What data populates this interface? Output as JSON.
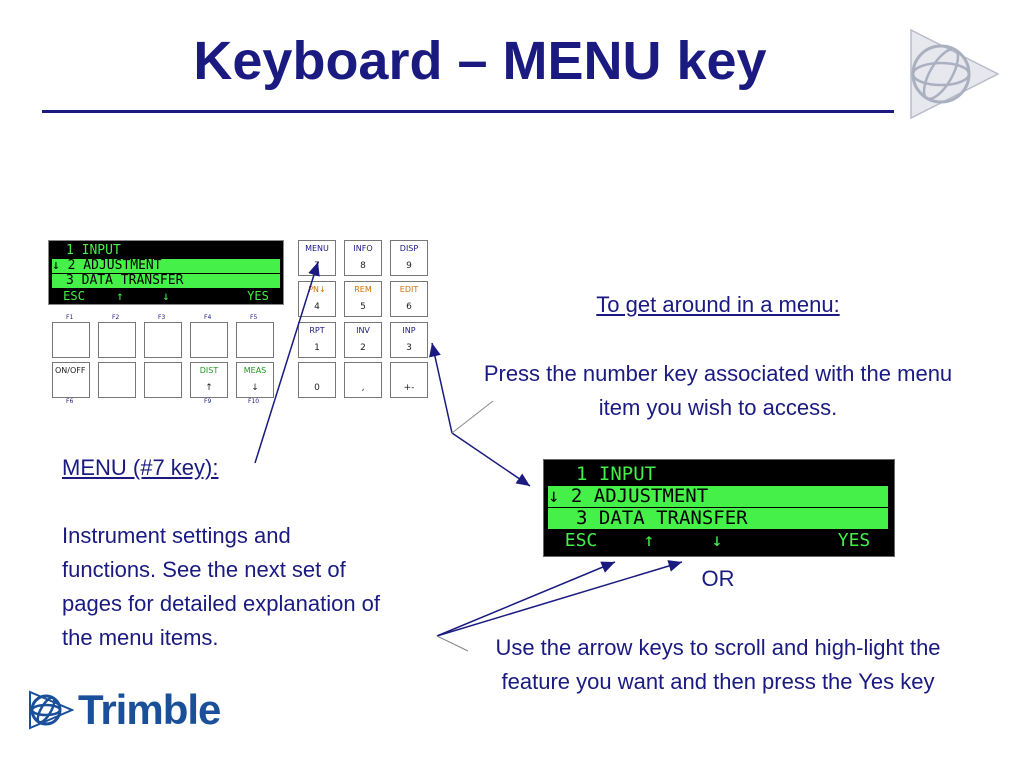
{
  "slide": {
    "title": "Keyboard – MENU key"
  },
  "keypad": {
    "lcd_lines": [
      "1 INPUT",
      "↓ 2 ADJUSTMENT",
      "3 DATA TRANSFER"
    ],
    "softkeys": [
      "ESC",
      "↑",
      "↓",
      "",
      "YES"
    ],
    "fn_top": [
      "F1",
      "F2",
      "F3",
      "F4",
      "F5"
    ],
    "fn_bottom": [
      "F6",
      "F9",
      "F10"
    ],
    "bottom_row": {
      "onoff": "ON/OFF",
      "dist": "DIST",
      "dist_arrow": "↑",
      "meas": "MEAS",
      "meas_arrow": "↓"
    },
    "numkeys": [
      {
        "top": "MENU",
        "bot": "7"
      },
      {
        "top": "INFO",
        "bot": "8"
      },
      {
        "top": "DISP",
        "bot": "9"
      },
      {
        "top": "PN↓",
        "bot": "4"
      },
      {
        "top": "REM",
        "bot": "5"
      },
      {
        "top": "EDIT",
        "bot": "6"
      },
      {
        "top": "RPT",
        "bot": "1"
      },
      {
        "top": "INV",
        "bot": "2"
      },
      {
        "top": "INP",
        "bot": "3"
      },
      {
        "top": "",
        "bot": "0"
      },
      {
        "top": "",
        "bot": ","
      },
      {
        "top": "",
        "bot": "+-"
      }
    ]
  },
  "big_lcd": {
    "lines": [
      "1 INPUT",
      "↓ 2 ADJUSTMENT",
      "3 DATA TRANSFER"
    ],
    "softkeys": [
      "ESC",
      "↑",
      "↓",
      "",
      "YES"
    ]
  },
  "captions": {
    "menu_heading": "MENU (#7 key):",
    "menu_desc": "Instrument settings and functions. See the next set of pages for detailed explanation of the menu items.",
    "get_around_heading": "To get around in a menu:",
    "get_around_desc": "Press the number key associated with the menu item you wish to access.",
    "or": "OR",
    "arrow_desc": "Use the arrow keys to scroll and high-light the feature you want and then press the Yes key"
  },
  "brand": {
    "name": "Trimble"
  },
  "colors": {
    "title": "#1a1a80",
    "lcd_green": "#45f048",
    "brand_blue": "#1a4f9a"
  },
  "icons": {
    "corner_logo": "trimble-globe-icon",
    "brand_logo": "trimble-globe-icon"
  }
}
